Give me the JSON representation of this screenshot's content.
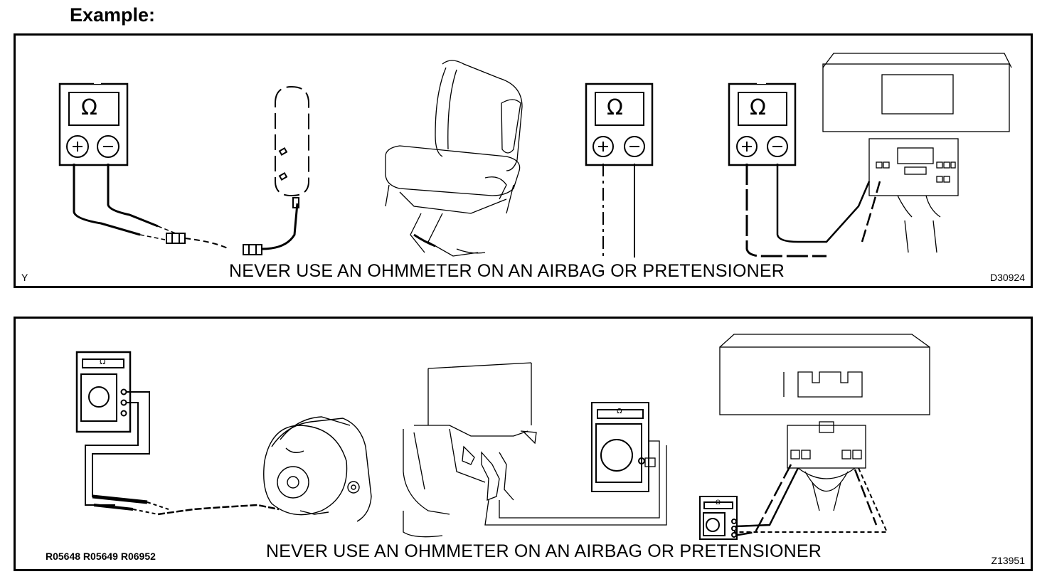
{
  "heading": "Example:",
  "panel_top": {
    "warning": "NEVER USE AN OHMMETER ON AN AIRBAG OR PRETENSIONER",
    "corner_label": "Y",
    "figure_code": "D30924",
    "meter_symbol": "Ω",
    "plus_symbol": "+",
    "minus_symbol": "−"
  },
  "panel_bottom": {
    "warning": "NEVER USE AN OHMMETER ON AN AIRBAG OR PRETENSIONER",
    "reference_codes": "R05648 R05649 R06952",
    "figure_code": "Z13951",
    "meter_symbol": "Ω"
  },
  "icons": [
    "ohmmeter-icon",
    "airbag-module-icon",
    "seat-icon",
    "connector-icon",
    "clock-spring-icon",
    "ecu-icon"
  ]
}
